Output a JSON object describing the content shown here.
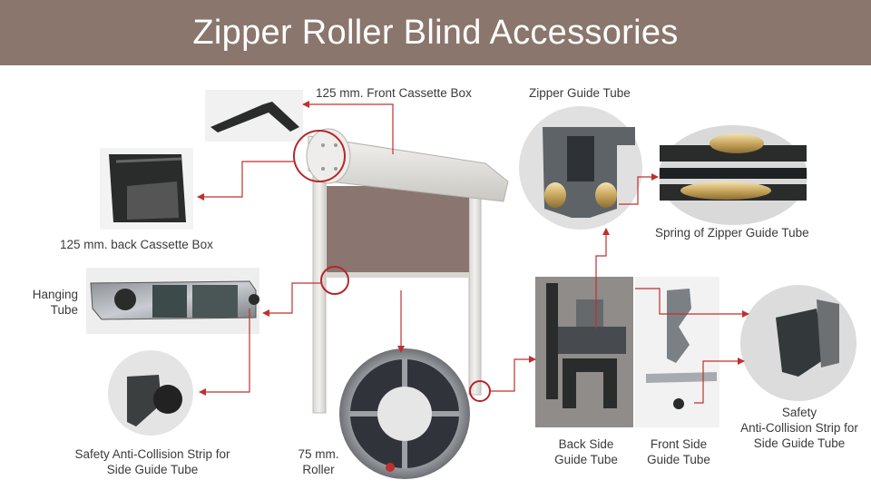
{
  "title": "Zipper Roller Blind Accessories",
  "labels": {
    "front_cassette": "125 mm. Front Cassette Box",
    "back_cassette": "125 mm. back Cassette Box",
    "zipper_guide_tube": "Zipper Guide Tube",
    "spring_zipper_guide": "Spring of Zipper Guide Tube",
    "hanging_tube_1": "Hanging",
    "hanging_tube_2": "Tube",
    "anti_collision_left_1": "Safety Anti-Collision Strip for",
    "anti_collision_left_2": "Side Guide Tube",
    "roller_1": "75 mm.",
    "roller_2": "Roller",
    "back_side_1": "Back Side",
    "back_side_2": "Guide Tube",
    "front_side_1": "Front Side",
    "front_side_2": "Guide Tube",
    "anti_collision_right_1": "Safety",
    "anti_collision_right_2": "Anti-Collision Strip for",
    "anti_collision_right_3": "Side Guide Tube"
  },
  "colors": {
    "banner": "#8a766c",
    "callout": "#c0302e",
    "fabric": "#8a7570",
    "frame": "#e8e6e1",
    "aluminium": "#b9bcbf",
    "dark_profile": "#2a2c2c"
  }
}
